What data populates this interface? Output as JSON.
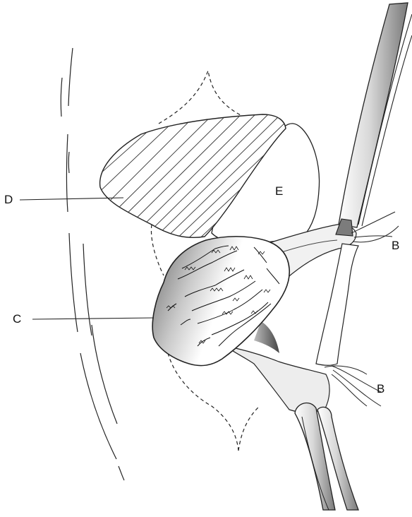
{
  "labels": {
    "d": "D",
    "c": "C",
    "e": "E",
    "b_upper": "B",
    "b_lower": "B"
  }
}
